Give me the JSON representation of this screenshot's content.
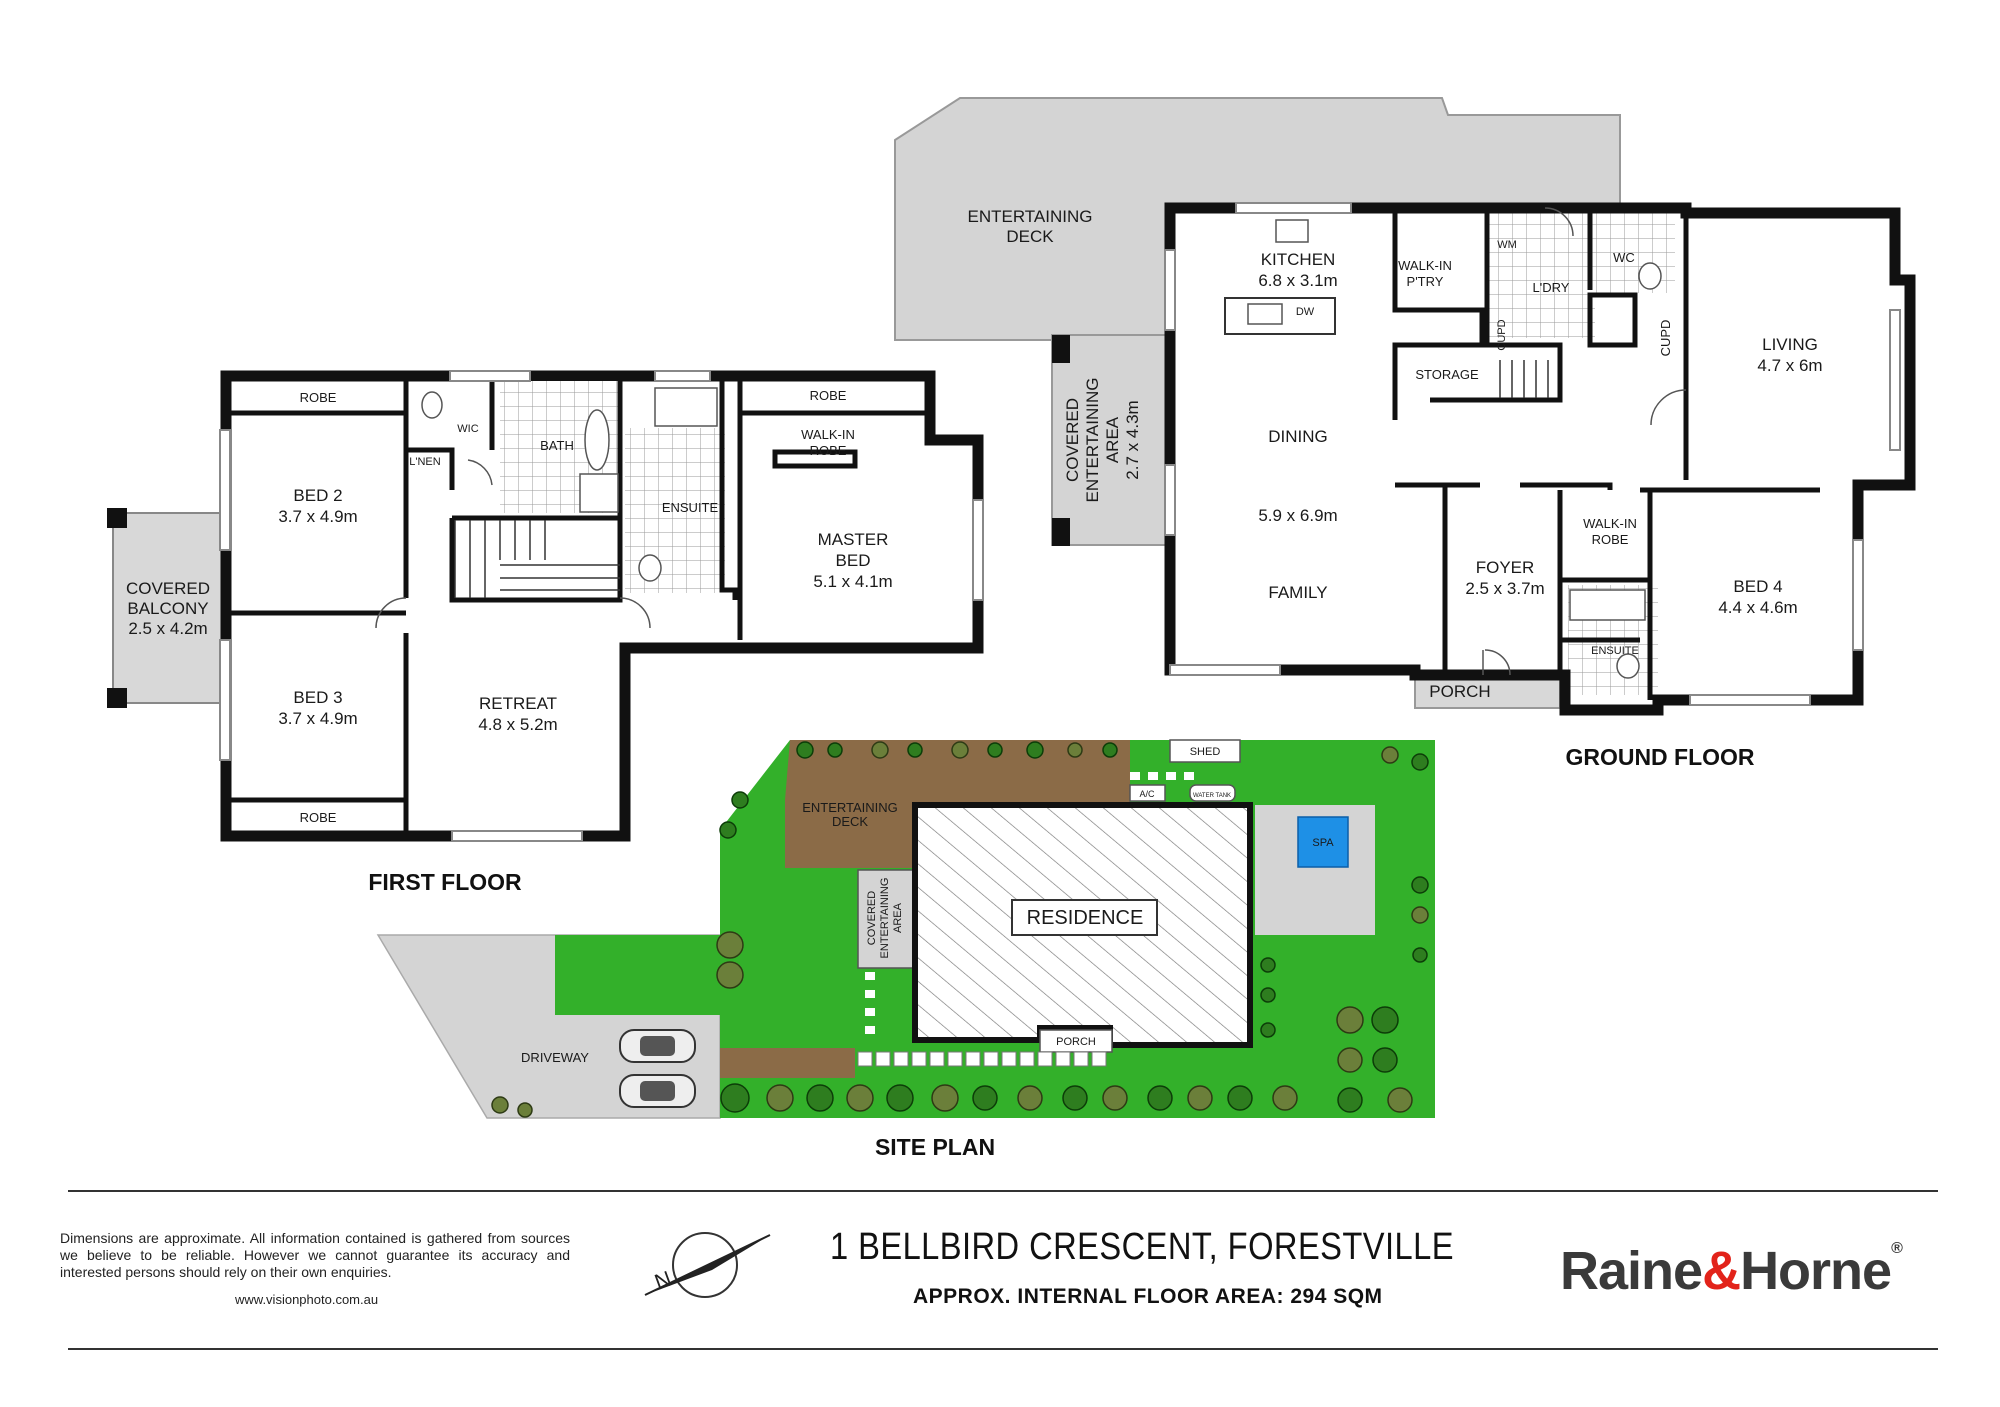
{
  "plan": {
    "first_floor": {
      "title": "FIRST FLOOR",
      "rooms": {
        "robe_top": "ROBE",
        "wic": "WIC",
        "linen": "L'NEN",
        "bath": "BATH",
        "robe_master": "ROBE",
        "walkin_robe_l1": "WALK-IN",
        "walkin_robe_l2": "ROBE",
        "bed2_name": "BED 2",
        "bed2_size": "3.7 x 4.9m",
        "ensuite": "ENSUITE",
        "master_l1": "MASTER",
        "master_l2": "BED",
        "master_size": "5.1 x 4.1m",
        "balcony_l1": "COVERED",
        "balcony_l2": "BALCONY",
        "balcony_size": "2.5 x 4.2m",
        "bed3_name": "BED 3",
        "bed3_size": "3.7 x 4.9m",
        "retreat_name": "RETREAT",
        "retreat_size": "4.8 x 5.2m",
        "robe_bottom": "ROBE"
      }
    },
    "ground_floor": {
      "title": "GROUND FLOOR",
      "rooms": {
        "deck_l1": "ENTERTAINING",
        "deck_l2": "DECK",
        "kitchen_name": "KITCHEN",
        "kitchen_size": "6.8 x 3.1m",
        "dw": "DW",
        "walkin_l1": "WALK-IN",
        "walkin_l2": "P'TRY",
        "wm": "WM",
        "ldry": "L'DRY",
        "cupd1": "CUPD",
        "wc": "WC",
        "cupd2": "CUPD",
        "living_name": "LIVING",
        "living_size": "4.7 x 6m",
        "storage": "STORAGE",
        "covered_l1": "COVERED",
        "covered_l2": "ENTERTAINING",
        "covered_l3": "AREA",
        "covered_size": "2.7 x 4.3m",
        "dining": "DINING",
        "dining_size": "5.9 x 6.9m",
        "family": "FAMILY",
        "foyer_name": "FOYER",
        "foyer_size": "2.5 x 3.7m",
        "walkin_robe_l1": "WALK-IN",
        "walkin_robe_l2": "ROBE",
        "bed4_name": "BED 4",
        "bed4_size": "4.4 x 4.6m",
        "ensuite": "ENSUITE",
        "porch": "PORCH"
      }
    },
    "site_plan": {
      "title": "SITE PLAN",
      "labels": {
        "shed": "SHED",
        "ac": "A/C",
        "water_tank": "WATER TANK",
        "deck_l1": "ENTERTAINING",
        "deck_l2": "DECK",
        "spa": "SPA",
        "covered_l1": "COVERED",
        "covered_l2": "ENTERTAINING",
        "covered_l3": "AREA",
        "residence": "RESIDENCE",
        "porch": "PORCH",
        "driveway": "DRIVEWAY"
      }
    }
  },
  "footer": {
    "disclaimer": "Dimensions are approximate. All information contained is gathered from sources we believe to be reliable. However we cannot guarantee its accuracy and interested persons should rely on their own enquiries.",
    "url": "www.visionphoto.com.au",
    "compass_letter": "N",
    "address": "1 BELLBIRD CRESCENT, FORESTVILLE",
    "area": "APPROX. INTERNAL FLOOR AREA: 294 SQM",
    "brand_a": "Raine",
    "brand_amp": "&",
    "brand_b": "Horne",
    "brand_reg": "®"
  },
  "colors": {
    "grass": "#33b02a",
    "deck_brown": "#8b6b47",
    "paving": "#d9d9d9",
    "spa": "#1e90e6",
    "brand_red": "#e2231a",
    "brand_grey": "#3a3a3a"
  }
}
